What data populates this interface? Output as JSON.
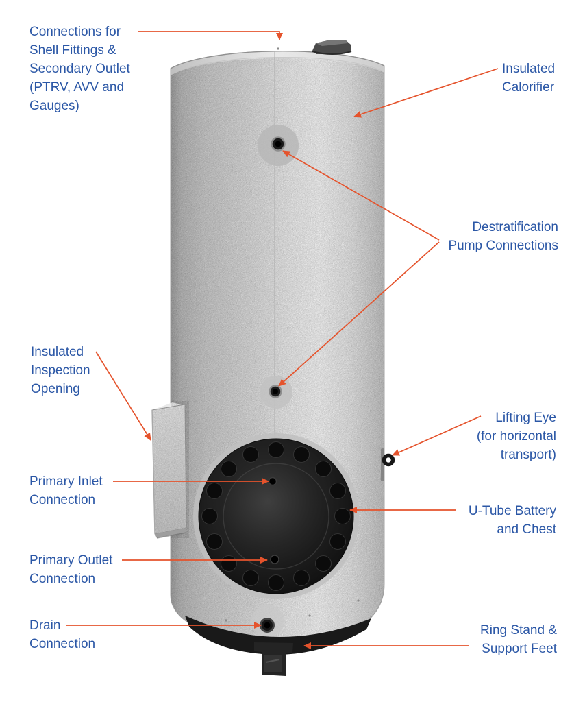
{
  "diagram": {
    "background_color": "#ffffff",
    "text_color": "#2b57a6",
    "arrow_color": "#e5532c",
    "labels": {
      "shell_fittings": "Connections for\nShell Fittings &\nSecondary Outlet\n(PTRV, AVV and\nGauges)",
      "insulated_calorifier": "Insulated\nCalorifier",
      "destrat_pump": "Destratification\nPump Connections",
      "inspection_opening": "Insulated\nInspection\nOpening",
      "lifting_eye": "Lifting Eye\n(for horizontal\ntransport)",
      "primary_inlet": "Primary Inlet\nConnection",
      "utube_battery": "U-Tube Battery\nand Chest",
      "primary_outlet": "Primary Outlet\nConnection",
      "drain": "Drain\nConnection",
      "ring_stand": "Ring Stand &\nSupport Feet"
    }
  }
}
